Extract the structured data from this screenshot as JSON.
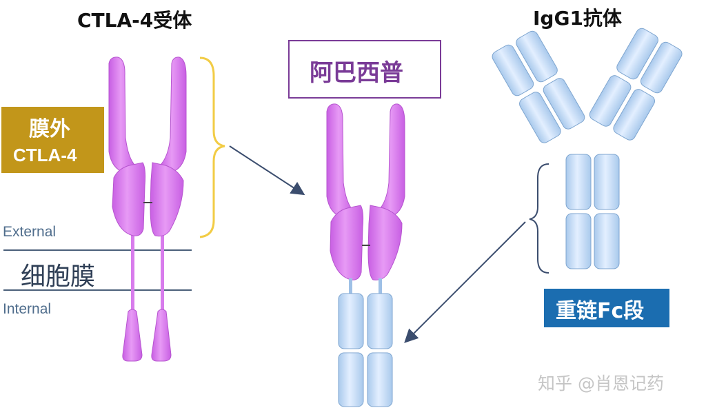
{
  "labels": {
    "ctla4_receptor": "CTLA-4受体",
    "igg1_antibody": "IgG1抗体",
    "extracellular": "膜外",
    "ctla4": "CTLA-4",
    "external": "External",
    "cell_membrane": "细胞膜",
    "internal": "Internal",
    "abatacept": "阿巴西普",
    "heavy_chain_fc": "重链Fc段",
    "watermark": "知乎 @肖恩记药"
  },
  "colors": {
    "ctla4_domain": "#dc7ff0",
    "ctla4_domain_edge": "#b655cf",
    "fc_domain": "#c4dcf5",
    "fc_domain_edge": "#7fa6d0",
    "extracellular_box": "#c2961a",
    "abatacept_border": "#7a3b97",
    "fc_box": "#1b6db0",
    "bracket_gold": "#f2cc45",
    "bracket_blue": "#3b4d6e",
    "arrow": "#3b4d6e",
    "membrane_line": "#4a5f7a"
  }
}
